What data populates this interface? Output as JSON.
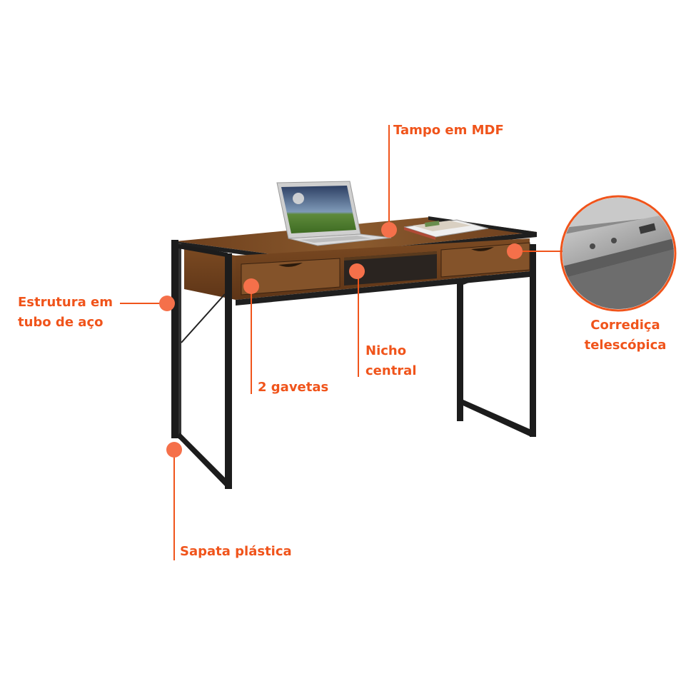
{
  "accent_color": "#f0541b",
  "dot_color": "#f5704a",
  "wood_color": "#7a4a24",
  "frame_color": "#1c1c1c",
  "callouts": {
    "tampo": "Tampo em MDF",
    "estrutura": [
      "Estrutura em",
      "tubo de aço"
    ],
    "corredica": [
      "Corrediça",
      "telescópica"
    ],
    "nicho": [
      "Nicho",
      "central"
    ],
    "gavetas": "2 gavetas",
    "sapata": "Sapata plástica"
  }
}
